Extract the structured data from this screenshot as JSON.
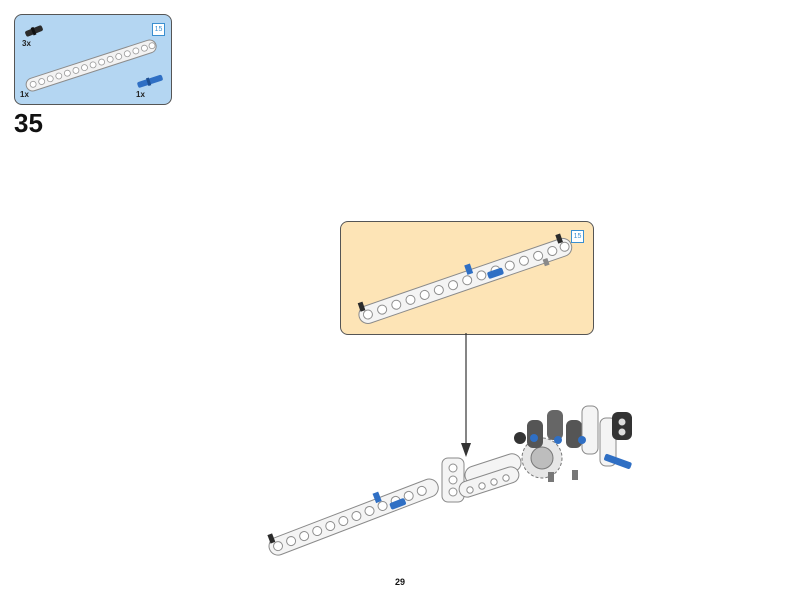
{
  "parts_list": {
    "items": [
      {
        "part": "black-friction-pin",
        "quantity": "3x"
      },
      {
        "part": "white-15-beam",
        "quantity": "1x"
      },
      {
        "part": "blue-axle-pin",
        "quantity": "1x"
      }
    ],
    "beam_length_badge": "15"
  },
  "step": {
    "number": "35"
  },
  "callout": {
    "beam_length_badge": "15"
  },
  "page": {
    "number": "29"
  },
  "colors": {
    "parts_bg": "#b4d6f2",
    "callout_bg": "#fde4b6",
    "beam_white": "#f2f2f2",
    "pin_black": "#2b2b2b",
    "pin_blue": "#2f6fc4",
    "arrow": "#333333"
  }
}
